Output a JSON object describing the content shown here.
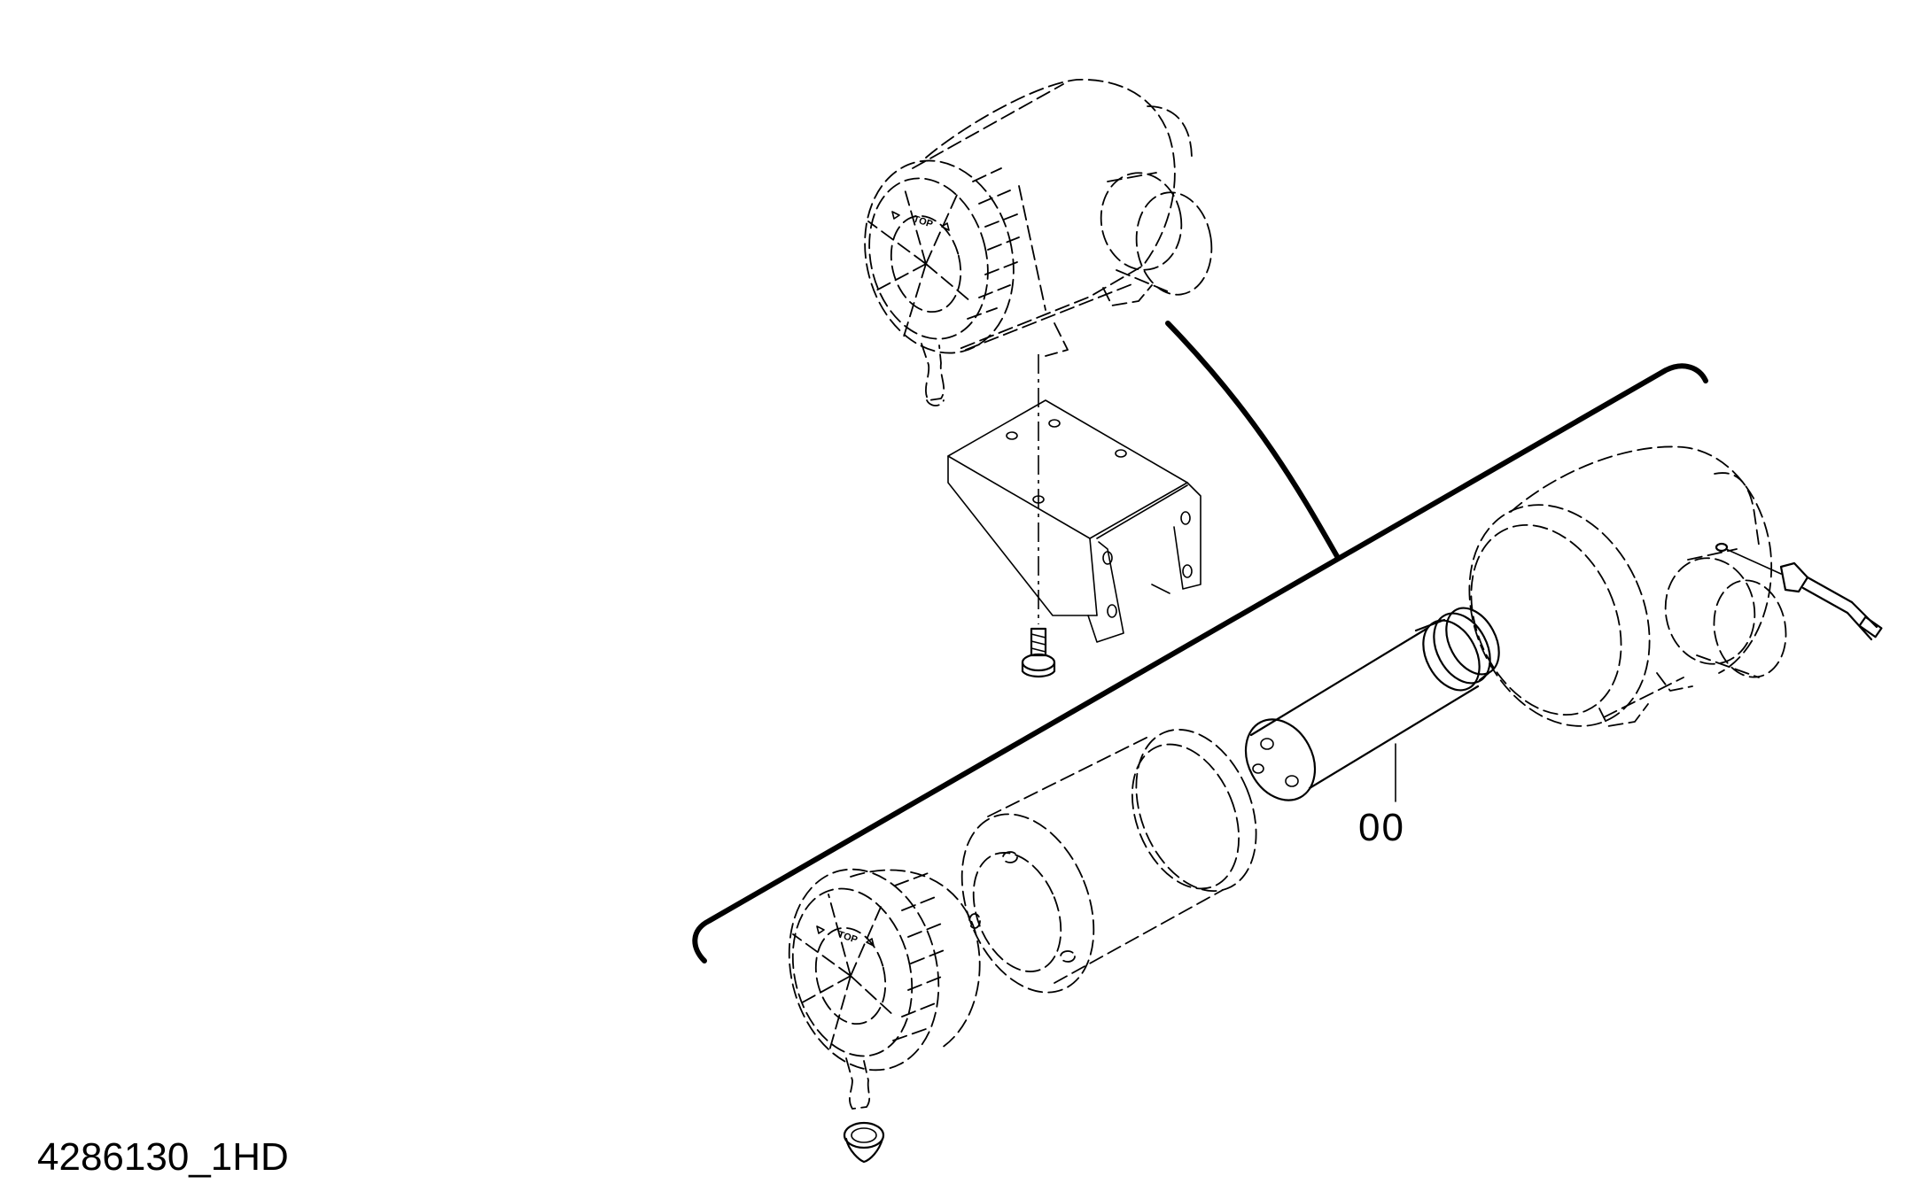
{
  "diagram": {
    "callout_label": "00",
    "drawing_id": "4286130_1HD",
    "housing_marking": "TOP"
  }
}
